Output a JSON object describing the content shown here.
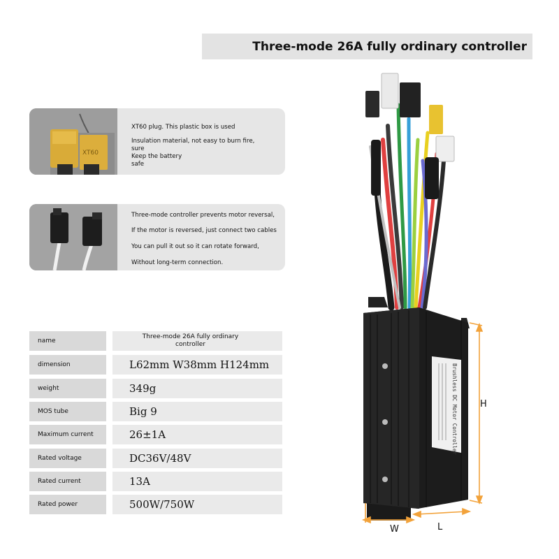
{
  "title": "Three-mode 26A fully ordinary controller",
  "features": [
    {
      "icon": "xt60-plug-icon",
      "lines": [
        "XT60 plug. This plastic box is used",
        "Insulation material, not easy to burn fire,",
        "sure",
        "Keep the battery",
        "safe"
      ],
      "plug_label": "XT60"
    },
    {
      "icon": "reverse-connector-icon",
      "lines": [
        "Three-mode controller prevents motor reversal,",
        "If the motor is reversed, just connect two cables",
        "You can pull it out so it can rotate forward,",
        "Without long-term connection."
      ]
    }
  ],
  "specs": [
    {
      "name": "name",
      "value": "Three-mode 26A fully ordinary controller"
    },
    {
      "name": "dimension",
      "value": "L62mm  W38mm  H124mm"
    },
    {
      "name": "weight",
      "value": "349g"
    },
    {
      "name": "MOS tube",
      "value": "Big 9"
    },
    {
      "name": "Maximum current",
      "value": "26±1A"
    },
    {
      "name": "Rated voltage",
      "value": "DC36V/48V"
    },
    {
      "name": "Rated current",
      "value": "13A"
    },
    {
      "name": "Rated power",
      "value": "500W/750W"
    }
  ],
  "product_label": "Brushless DC Motor Controller",
  "dimension_labels": {
    "height": "H",
    "width": "W",
    "length": "L"
  },
  "colors": {
    "accent_orange": "#f2a23a",
    "card_bg": "#e6e6e6",
    "name_cell": "#d9d9d9",
    "value_cell": "#eaeaea"
  }
}
